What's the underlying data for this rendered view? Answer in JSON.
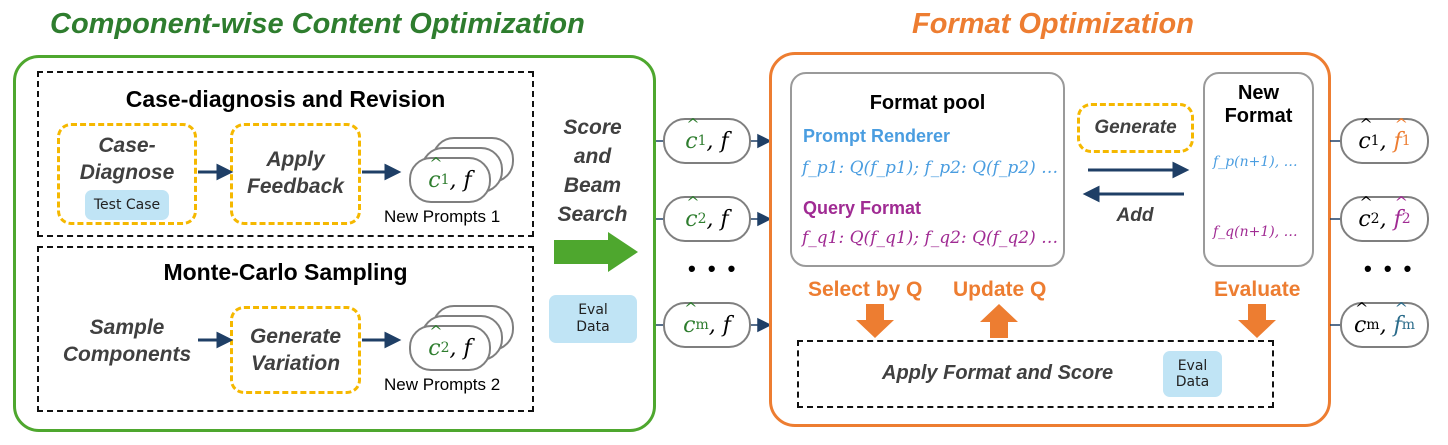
{
  "left_panel": {
    "title": "Component-wise Content Optimization",
    "case_diagnosis": {
      "heading": "Case-diagnosis and Revision",
      "step1_line1": "Case-",
      "step1_line2": "Diagnose",
      "step1_tag": "Test Case",
      "step2_line1": "Apply",
      "step2_line2": "Feedback",
      "output_c": "c",
      "output_sub": "1",
      "output_f": ", f",
      "output_caption": "New Prompts 1"
    },
    "monte_carlo": {
      "heading": "Monte-Carlo Sampling",
      "step1_line1": "Sample",
      "step1_line2": "Components",
      "step2_line1": "Generate",
      "step2_line2": "Variation",
      "output_c": "c",
      "output_sub": "2",
      "output_f": ", f",
      "output_caption": "New Prompts 2"
    }
  },
  "middle": {
    "label_line1": "Score",
    "label_line2": "and",
    "label_line3": "Beam",
    "label_line4": "Search",
    "eval_line1": "Eval",
    "eval_line2": "Data",
    "pills": [
      {
        "c": "c",
        "sub": "1",
        "f": ", f"
      },
      {
        "c": "c",
        "sub": "2",
        "f": ", f"
      },
      {
        "c": "c",
        "sub": "m",
        "f": ", f"
      }
    ],
    "ellipsis": "• • •"
  },
  "right_panel": {
    "title": "Format Optimization",
    "format_pool": {
      "heading": "Format pool",
      "renderer_label": "Prompt Renderer",
      "renderer_formula": "f_p1: Q(f_p1);  f_p2: Q(f_p2) …",
      "query_label": "Query Format",
      "query_formula": "f_q1: Q(f_q1);  f_q2: Q(f_q2) …"
    },
    "generate_label": "Generate",
    "add_label": "Add",
    "new_format": {
      "heading_line1": "New",
      "heading_line2": "Format",
      "renderer_formula": "f_p(n+1), …",
      "query_formula": "f_q(n+1), …"
    },
    "select_label": "Select by Q",
    "update_label": "Update Q",
    "evaluate_label": "Evaluate",
    "apply_label": "Apply Format and Score",
    "eval_line1": "Eval",
    "eval_line2": "Data"
  },
  "outputs": {
    "pills": [
      {
        "c": "c",
        "sub": "1",
        "f": "f",
        "fsub": "1"
      },
      {
        "c": "c",
        "sub": "2",
        "f": "f",
        "fsub": "2"
      },
      {
        "c": "c",
        "sub": "m",
        "f": "f",
        "fsub": "m"
      }
    ],
    "ellipsis": "• • •"
  },
  "colors": {
    "green": "#4ea72e",
    "green_text": "#2e7d2e",
    "orange": "#ed7d31",
    "yellow": "#f5b800",
    "blue": "#4a9de0",
    "purple": "#a02b93",
    "navy_arrow": "#1f3f66",
    "tag_bg": "#c0e4f5"
  }
}
